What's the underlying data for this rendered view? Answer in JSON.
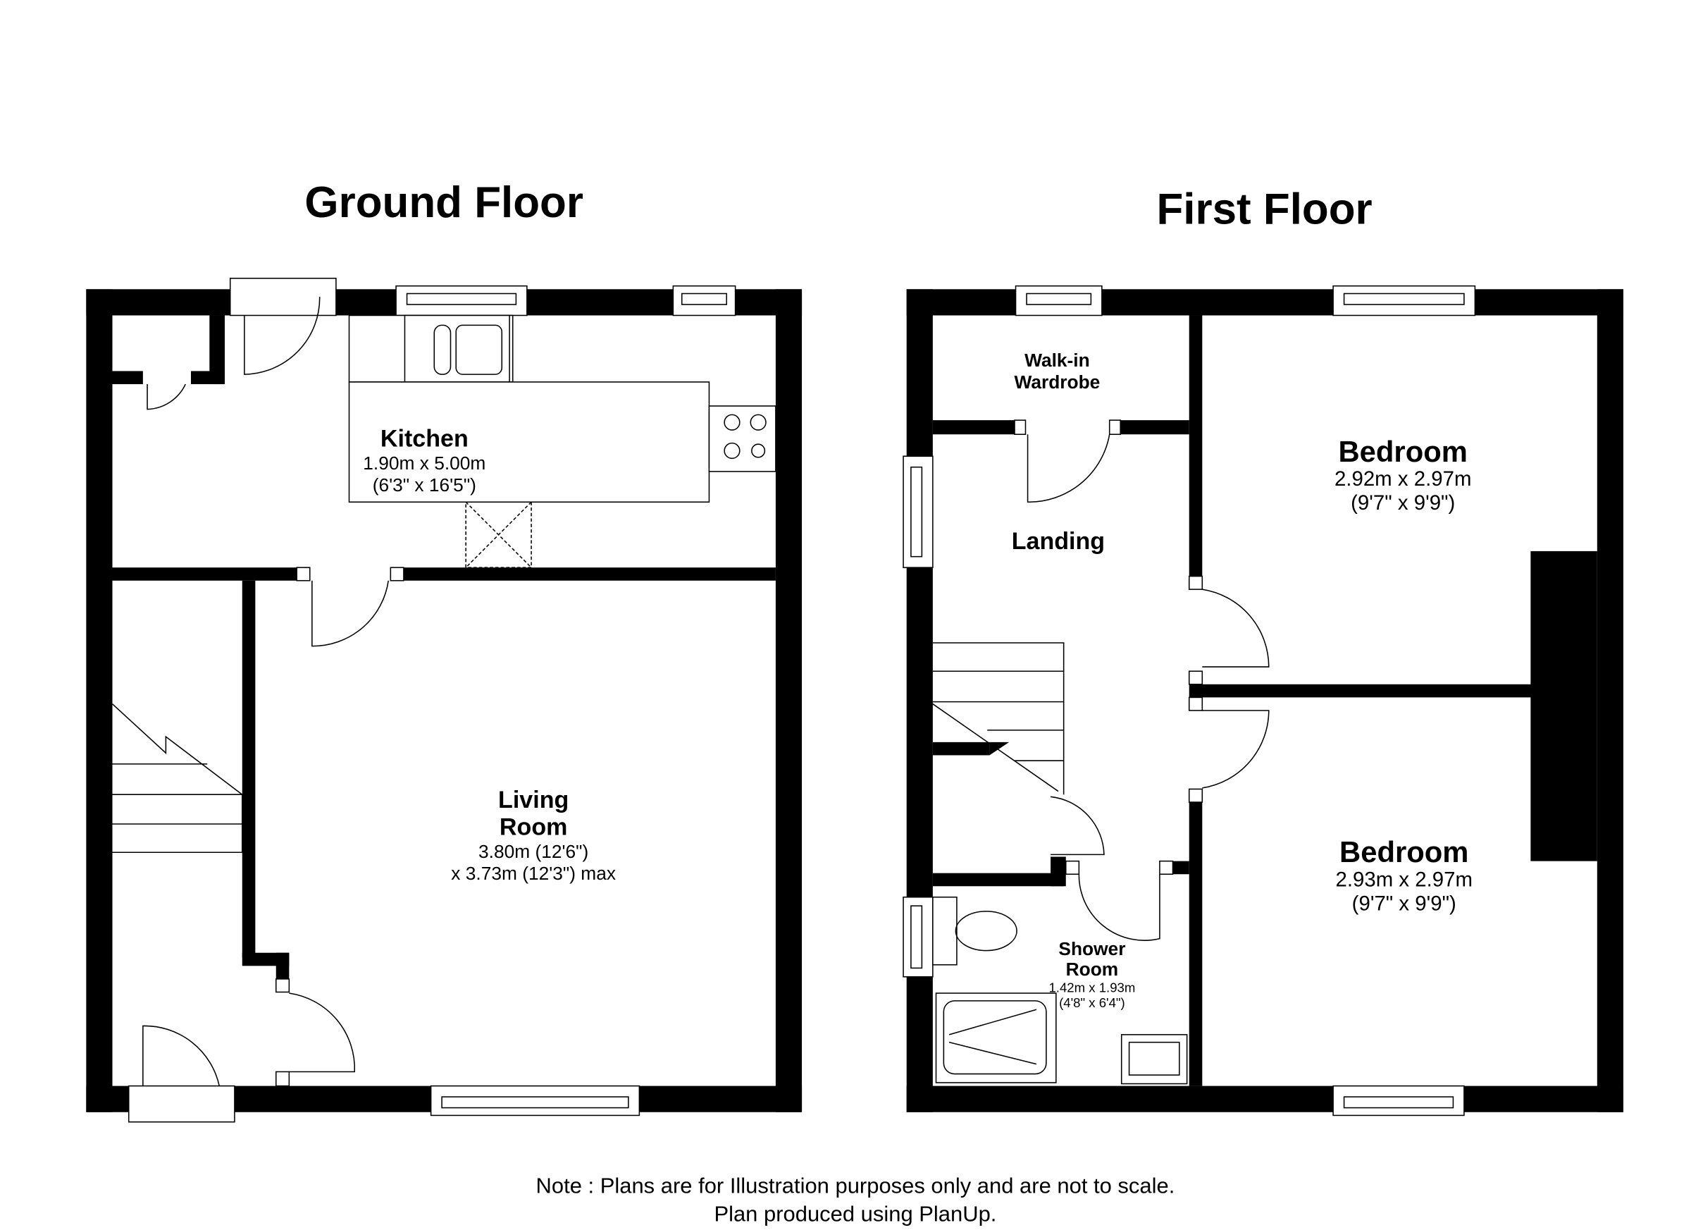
{
  "ground_floor": {
    "title": "Ground Floor",
    "kitchen": {
      "name": "Kitchen",
      "metric": "1.90m x 5.00m",
      "imperial": "(6'3\" x 16'5\")"
    },
    "living_room": {
      "name_line1": "Living",
      "name_line2": "Room",
      "dim_line1": "3.80m (12'6\")",
      "dim_line2": "x 3.73m (12'3\") max"
    }
  },
  "first_floor": {
    "title": "First Floor",
    "walk_in_wardrobe": {
      "name_line1": "Walk-in",
      "name_line2": "Wardrobe"
    },
    "landing": {
      "name": "Landing"
    },
    "bedroom1": {
      "name": "Bedroom",
      "metric": "2.92m x 2.97m",
      "imperial": "(9'7\" x 9'9\")"
    },
    "bedroom2": {
      "name": "Bedroom",
      "metric": "2.93m x 2.97m",
      "imperial": "(9'7\" x 9'9\")"
    },
    "shower_room": {
      "name_line1": "Shower",
      "name_line2": "Room",
      "metric": "1.42m x 1.93m",
      "imperial": "(4'8\" x 6'4\")"
    }
  },
  "footer": {
    "line1": "Note : Plans are for Illustration purposes only and are not to scale.",
    "line2": "Plan produced using PlanUp."
  }
}
